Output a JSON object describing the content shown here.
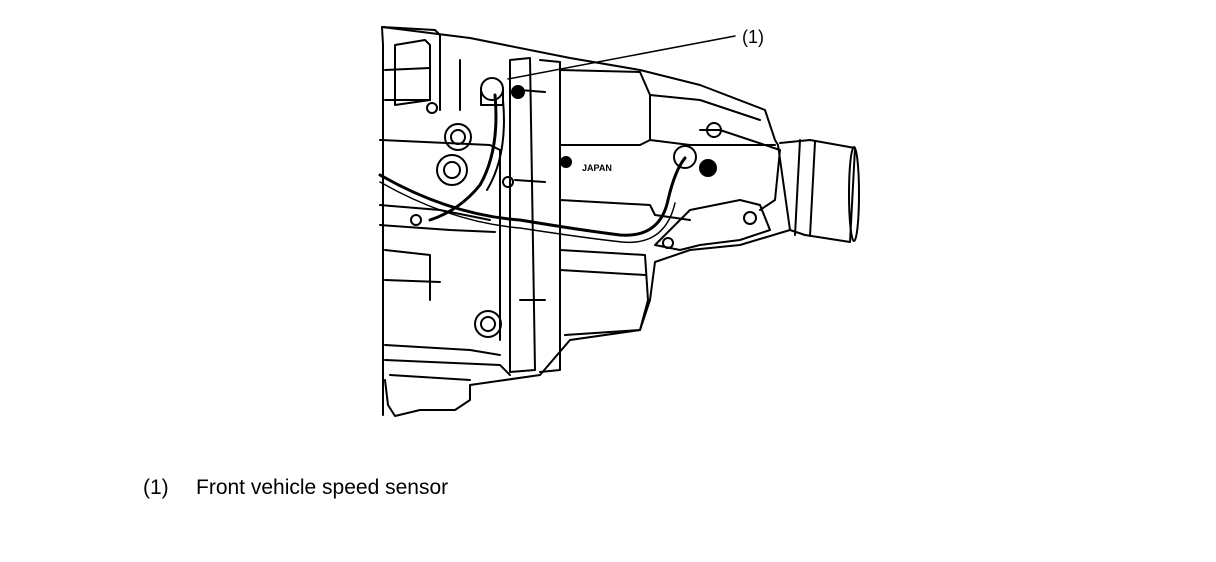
{
  "callout": {
    "number": "(1)"
  },
  "stamp": {
    "text": "JAPAN"
  },
  "legend": [
    {
      "number": "(1)",
      "label": "Front vehicle speed sensor"
    }
  ]
}
